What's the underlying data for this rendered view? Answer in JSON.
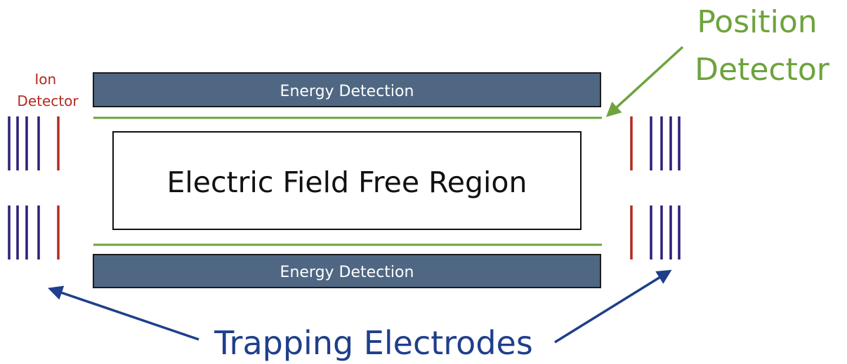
{
  "labels": {
    "ion_detector_line1": "Ion",
    "ion_detector_line2": "Detector",
    "position_detector_line1": "Position",
    "position_detector_line2": "Detector",
    "energy_top": "Energy Detection",
    "energy_bottom": "Energy Detection",
    "field_free_region": "Electric Field Free Region",
    "trapping_electrodes": "Trapping Electrodes"
  },
  "colors": {
    "energy_box_fill": "#4f6783",
    "energy_box_stroke": "#1c1c1c",
    "position_detector": "#6ea33d",
    "ion_detector": "#b22a1f",
    "trapping_electrode": "#2d1f7a",
    "trapping_label": "#1f3f8c",
    "region_border": "#111111"
  }
}
